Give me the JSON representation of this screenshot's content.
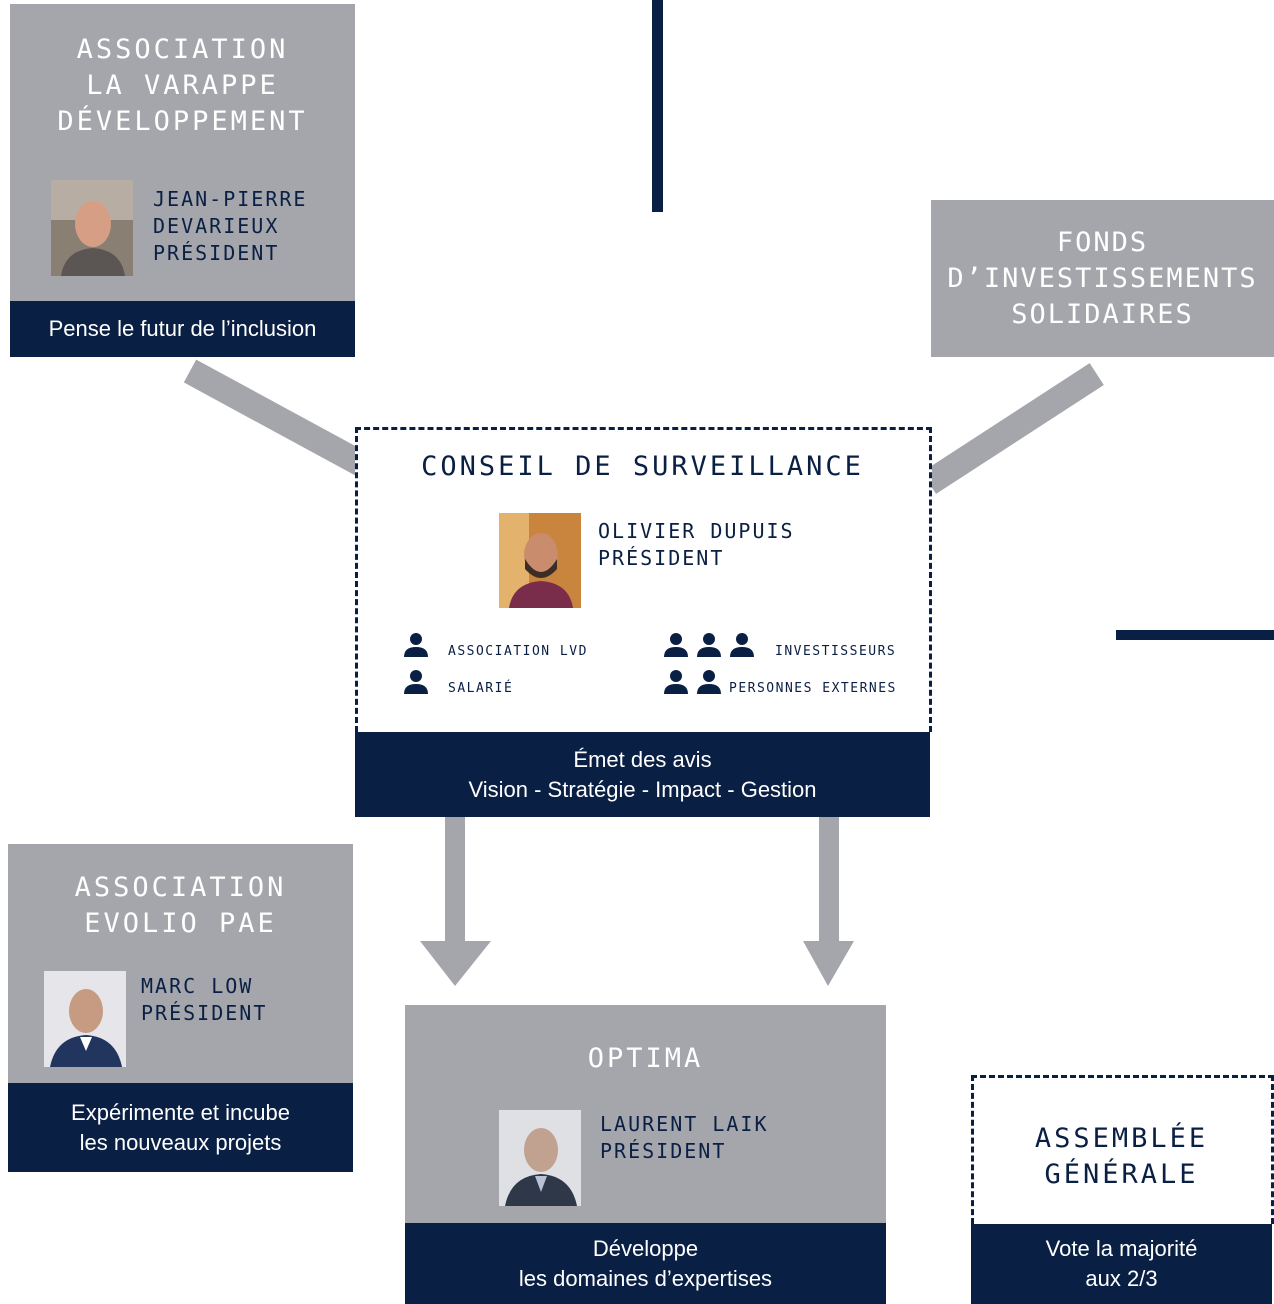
{
  "lvd": {
    "title_lines": [
      "ASSOCIATION",
      "LA VARAPPE",
      "DÉVELOPPEMENT"
    ],
    "person_lines": [
      "JEAN-PIERRE",
      "DEVARIEUX",
      "PRÉSIDENT"
    ],
    "footer": "Pense le futur de l’inclusion"
  },
  "fonds": {
    "title_lines": [
      "FONDS",
      "D’INVESTISSEMENTS",
      "SOLIDAIRES"
    ]
  },
  "conseil": {
    "title": "CONSEIL DE SURVEILLANCE",
    "person_lines": [
      "OLIVIER DUPUIS",
      "PRÉSIDENT"
    ],
    "legend": {
      "association": "ASSOCIATION LVD",
      "salarie": "SALARIÉ",
      "investisseurs": "INVESTISSEURS",
      "externes": "PERSONNES EXTERNES"
    },
    "footer_lines": [
      "Émet des avis",
      "Vision - Stratégie - Impact - Gestion"
    ]
  },
  "evolio": {
    "title_lines": [
      "ASSOCIATION",
      "EVOLIO PAE"
    ],
    "person_lines": [
      "MARC LOW",
      "PRÉSIDENT"
    ],
    "footer_lines": [
      "Expérimente et incube",
      "les nouveaux projets"
    ]
  },
  "optima": {
    "title": "OPTIMA",
    "person_lines": [
      "LAURENT LAIK",
      "PRÉSIDENT"
    ],
    "footer_lines": [
      "Développe",
      "les domaines d’expertises"
    ]
  },
  "assemblee": {
    "title_lines": [
      "ASSEMBLÉE",
      "GÉNÉRALE"
    ],
    "footer_lines": [
      "Vote la majorité",
      "aux 2/3"
    ]
  },
  "colors": {
    "navy": "#0a1f44",
    "grey": "#a5a6ab",
    "white": "#ffffff"
  }
}
